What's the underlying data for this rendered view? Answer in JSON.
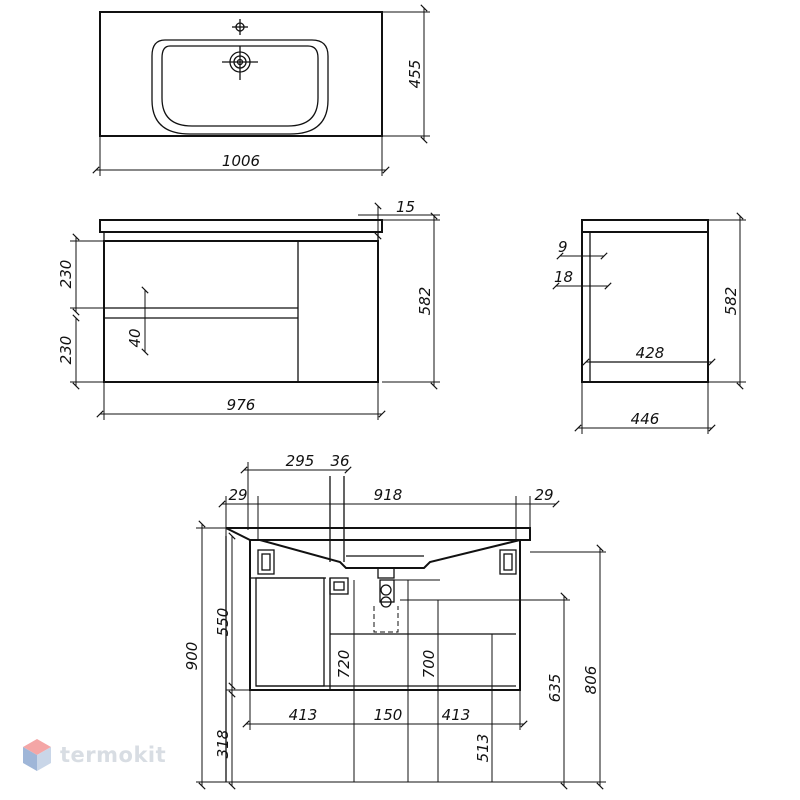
{
  "brand": {
    "name": "termokit"
  },
  "views": {
    "top": {
      "width": "1006",
      "depth": "455"
    },
    "front": {
      "drawer_upper": "230",
      "drawer_lower": "230",
      "gap": "40",
      "top_thickness": "15",
      "total_height": "582",
      "body_width": "976"
    },
    "side": {
      "dim_9": "9",
      "dim_18": "18",
      "total_height": "582",
      "inner_depth": "428",
      "depth": "446"
    },
    "installation": {
      "offset_left": "295",
      "pipe": "36",
      "side_left": "29",
      "inner_width": "918",
      "side_right": "29",
      "h_900": "900",
      "h_550": "550",
      "h_720": "720",
      "h_700": "700",
      "h_635": "635",
      "h_806": "806",
      "h_318": "318",
      "h_513": "513",
      "seg_left": "413",
      "seg_mid": "150",
      "seg_right": "413"
    }
  }
}
